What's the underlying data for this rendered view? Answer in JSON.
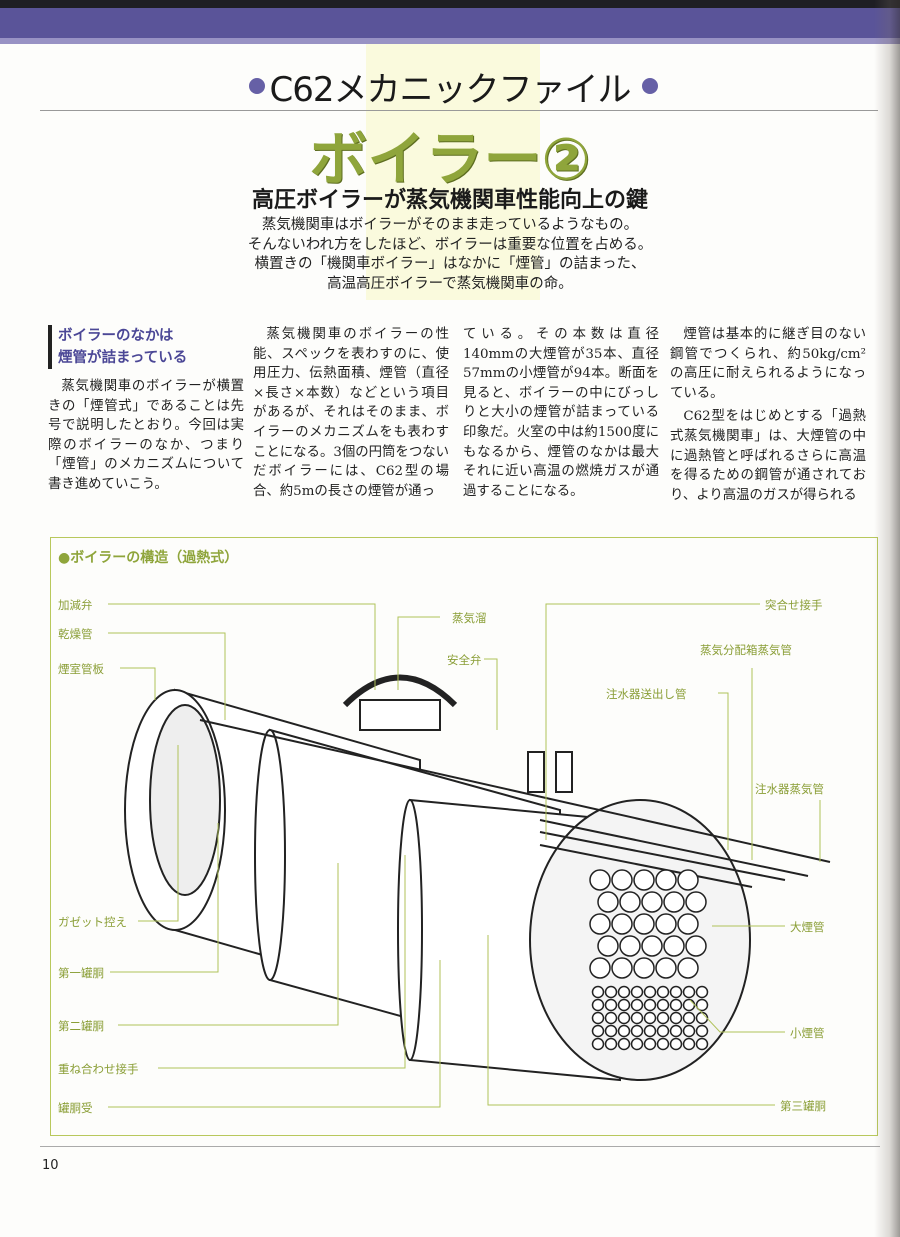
{
  "header": {
    "series_title": "C62メカニックファイル",
    "title": "ボイラー②",
    "subtitle": "高圧ボイラーが蒸気機関車性能向上の鍵",
    "lead": [
      "蒸気機関車はボイラーがそのまま走っているようなもの。",
      "そんないわれ方をしたほど、ボイラーは重要な位置を占める。",
      "横置きの「機関車ボイラー」はなかに「煙管」の詰まった、",
      "高温高圧ボイラーで蒸気機関車の命。"
    ]
  },
  "article": {
    "heading": [
      "ボイラーのなかは",
      "煙管が詰まっている"
    ],
    "paragraphs": [
      "蒸気機関車のボイラーが横置きの「煙管式」であることは先号で説明したとおり。今回は実際のボイラーのなか、つまり「煙管」のメカニズムについて書き進めていこう。",
      "蒸気機関車のボイラーの性能、スペックを表わすのに、使用圧力、伝熱面積、煙管（直径×長さ×本数）などという項目があるが、それはそのまま、ボイラーのメカニズムをも表わすことになる。3個の円筒をつないだボイラーには、C62型の場合、約5mの長さの煙管が通っ",
      "ている。その本数は直径140mmの大煙管が35本、直径57mmの小煙管が94本。断面を見ると、ボイラーの中にびっしりと大小の煙管が詰まっている印象だ。火室の中は約1500度にもなるから、煙管のなかは最大それに近い高温の燃焼ガスが通過することになる。",
      "煙管は基本的に継ぎ目のない鋼管でつくられ、約50kg/cm²の高圧に耐えられるようになっている。",
      "C62型をはじめとする「過熱式蒸気機関車」は、大煙管の中に過熱管と呼ばれるさらに高温を得るための鋼管が通されており、より高温のガスが得られる"
    ]
  },
  "diagram": {
    "title": "●ボイラーの構造（過熱式）",
    "labels": {
      "kagenben": "加減弁",
      "kansoukan": "乾燥管",
      "enshitsu": "煙室管板",
      "jokidamari": "蒸気溜",
      "anzenben": "安全弁",
      "tsukiawase": "突合せ接手",
      "bunpaibako": "蒸気分配箱蒸気管",
      "chusui_okuri": "注水器送出し管",
      "chusui_joki": "注水器蒸気管",
      "daienkan": "大煙管",
      "shouenkan": "小煙管",
      "dai3": "第三罐胴",
      "gusset": "ガゼット控え",
      "dai1": "第一罐胴",
      "dai2": "第二罐胴",
      "kasane": "重ね合わせ接手",
      "kandouuke": "罐胴受"
    }
  },
  "page_number": "10",
  "colors": {
    "band": "#5a5499",
    "accent_green": "#8fa53b",
    "heading_purple": "#4b4796"
  }
}
